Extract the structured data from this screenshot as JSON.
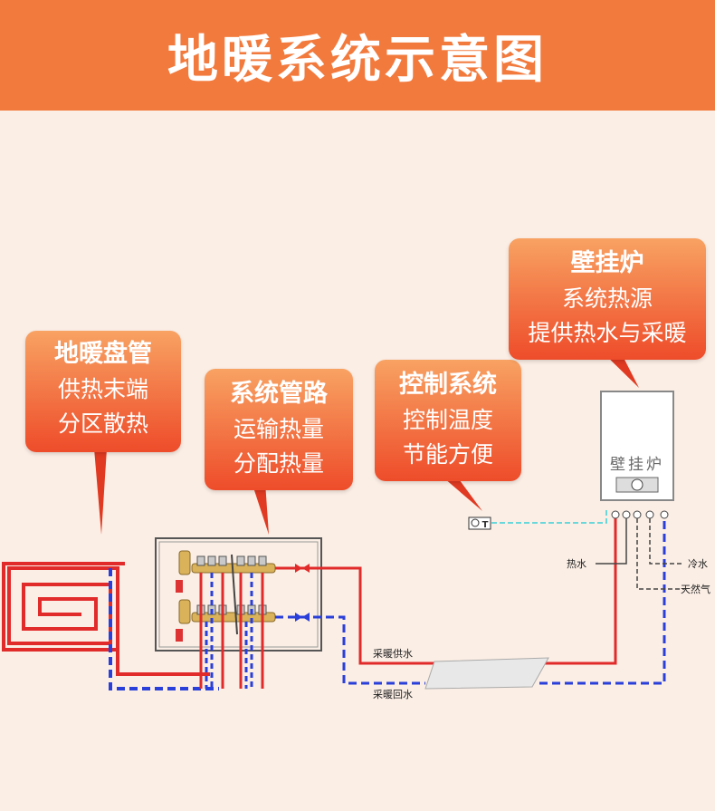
{
  "header": {
    "title": "地暖系统示意图"
  },
  "callouts": {
    "coil": {
      "title": "地暖盘管",
      "line1": "供热末端",
      "line2": "分区散热"
    },
    "pipe": {
      "title": "系统管路",
      "line1": "运输热量",
      "line2": "分配热量"
    },
    "control": {
      "title": "控制系统",
      "line1": "控制温度",
      "line2": "节能方便"
    },
    "boiler": {
      "title": "壁挂炉",
      "line1": "系统热源",
      "line2": "提供热水与采暖"
    }
  },
  "diagram": {
    "boiler_label": "壁挂炉",
    "thermostat_label": "T",
    "labels": {
      "hot_water": "热水",
      "cold_water": "冷水",
      "natural_gas": "天然气",
      "heating_supply": "采暖供水",
      "heating_return": "采暖回水"
    }
  },
  "colors": {
    "header": "#f27a3d",
    "supply": "#e12b2b",
    "return": "#2a3fd9",
    "control": "#3bd0d6"
  }
}
